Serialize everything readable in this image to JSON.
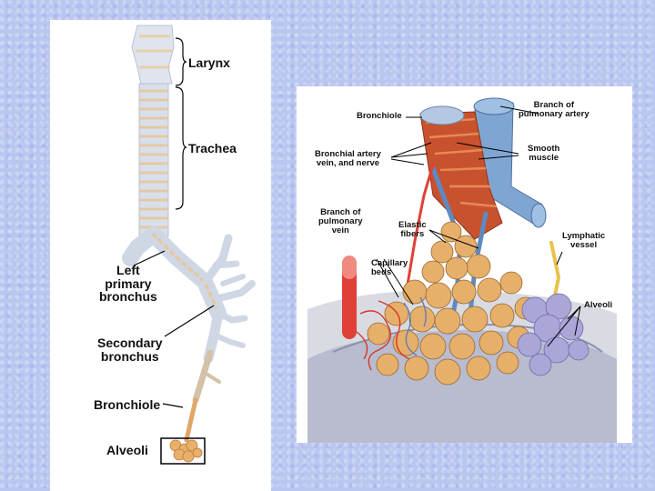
{
  "left_diagram": {
    "labels": {
      "larynx": "Larynx",
      "trachea": "Trachea",
      "left_primary_bronchus": [
        "Left",
        "primary",
        "bronchus"
      ],
      "secondary_bronchus": [
        "Secondary",
        "bronchus"
      ],
      "bronchiole": "Bronchiole",
      "alveoli": "Alveoli"
    }
  },
  "right_diagram": {
    "labels": {
      "branch_pulmonary_artery": [
        "Branch of",
        "pulmonary artery"
      ],
      "bronchiole": "Bronchiole",
      "bronchial_artery": [
        "Bronchial artery",
        "vein, and nerve"
      ],
      "smooth_muscle": [
        "Smooth",
        "muscle"
      ],
      "branch_pulmonary_vein": [
        "Branch of",
        "pulmonary",
        "vein"
      ],
      "elastic_fibers": [
        "Elastic",
        "fibers"
      ],
      "lymphatic_vessel": [
        "Lymphatic",
        "vessel"
      ],
      "capillary_beds": [
        "Capillary",
        "beds"
      ],
      "alveoli": "Alveoli"
    }
  },
  "colors": {
    "background": "#b9c6ef",
    "cartilage": "#cdd7e6",
    "tissue": "#e3a46a",
    "muscle": "#c24a2a",
    "artery": "#e04038",
    "vein": "#6f9fd4",
    "alveoli": "#e6b06a",
    "lymph": "#e9c24a"
  }
}
